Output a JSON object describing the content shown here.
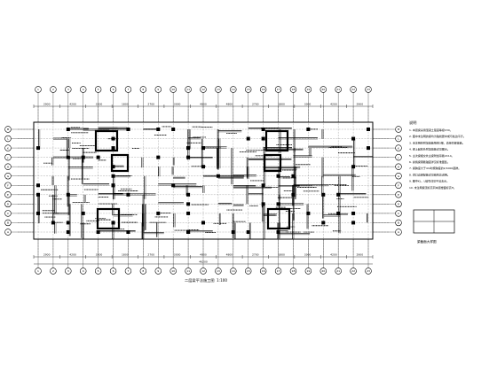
{
  "drawing": {
    "plan_title": "二层梁平法施工图",
    "scale": "1:100",
    "notes_heading": "说明",
    "detail_caption": "梁截面大样图"
  },
  "axes": {
    "top": [
      "1",
      "2",
      "3",
      "4",
      "5",
      "6",
      "7",
      "8",
      "9",
      "10",
      "11",
      "12",
      "13",
      "14",
      "15",
      "16",
      "17",
      "18",
      "19",
      "20",
      "21",
      "22",
      "23"
    ],
    "bottom": [
      "1",
      "2",
      "3",
      "4",
      "5",
      "6",
      "7",
      "8",
      "9",
      "10",
      "11",
      "12",
      "13",
      "14",
      "15",
      "16",
      "17",
      "18",
      "19",
      "20",
      "21",
      "22",
      "23"
    ],
    "left": [
      "M",
      "L",
      "K",
      "J",
      "H",
      "G",
      "F",
      "E",
      "D",
      "C",
      "B",
      "A"
    ],
    "right": [
      "M",
      "L",
      "K",
      "J",
      "H",
      "G",
      "F",
      "E",
      "D",
      "C",
      "B",
      "A"
    ]
  },
  "dimensions": {
    "top_spans": [
      "2900",
      "4200",
      "3300",
      "1800",
      "2700",
      "3000",
      "4800",
      "4800",
      "2700",
      "1800",
      "3300",
      "4200",
      "2900"
    ],
    "bottom_spans": [
      "2900",
      "4200",
      "3300",
      "1800",
      "2700",
      "3000",
      "4800",
      "4800",
      "2700",
      "1800",
      "3300",
      "4200",
      "2900"
    ],
    "overall": "46200"
  },
  "notes": [
    "1. 本层梁采用混凝土强度等级C30。",
    "2. 图中未注明的梁均为轴线居中或与柱边平齐。",
    "3. 未注明的附加箍筋每侧3根，直径同梁箍筋。",
    "4. 梁上起柱处附加箍筋详见图示。",
    "5. 主次梁相交处主梁附加吊筋2C14。",
    "6. 悬挑梁钢筋锚固详见标准图集。",
    "7. 梁跨度大于4m时按跨度的2/1000起拱。",
    "8. 洞口边梁配筋详见结构总说明。",
    "9. 图中KL、L编号详见平法表示。",
    "10. 未注明梁顶标高同本层楼面标高H。"
  ]
}
